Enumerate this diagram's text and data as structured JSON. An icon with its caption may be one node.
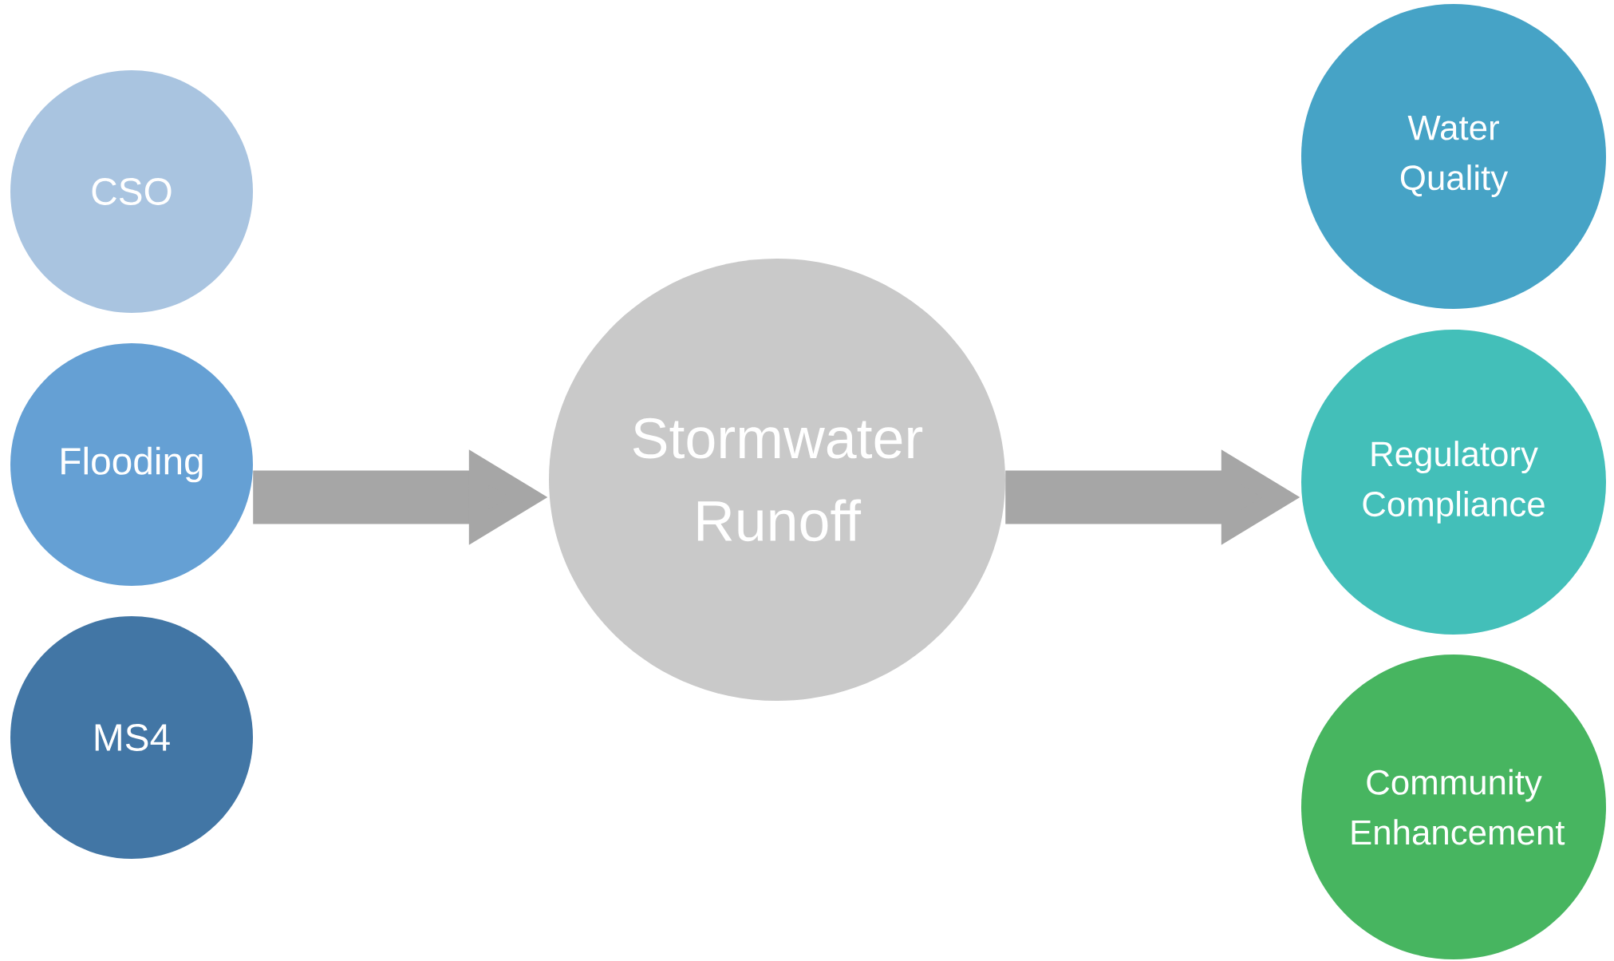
{
  "diagram": {
    "nodes": [
      {
        "text": [
          "CSO"
        ]
      },
      {
        "text": [
          "Flooding"
        ]
      },
      {
        "text": [
          "MS4"
        ]
      },
      {
        "text": [
          "Stormwater Runoff"
        ]
      },
      {
        "text": [
          "Water Quality"
        ]
      },
      {
        "text": [
          "Regulatory Compliance"
        ]
      },
      {
        "text": [
          "Community Enhancement"
        ]
      }
    ],
    "edges": [
      {
        "from": 1,
        "to": 3,
        "arrow": "to"
      },
      {
        "from": 3,
        "to": 5,
        "arrow": "to"
      }
    ]
  }
}
